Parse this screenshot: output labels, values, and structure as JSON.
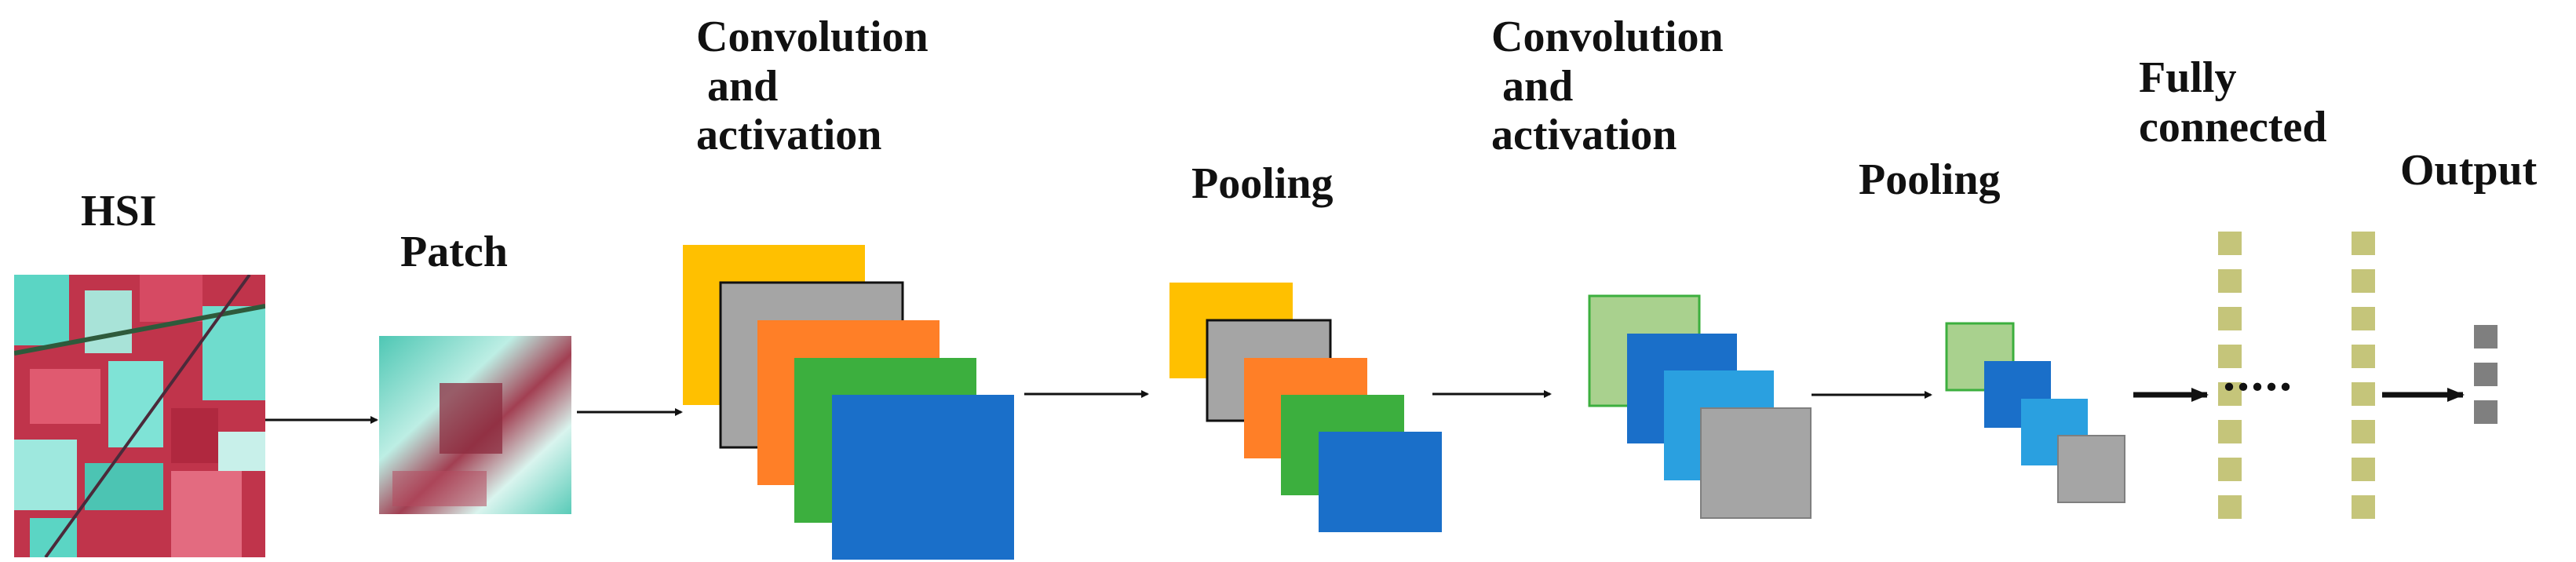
{
  "labels": {
    "hsi": "HSI",
    "patch": "Patch",
    "conv1": "Convolution\n and\nactivation",
    "pool1": "Pooling",
    "conv2": "Convolution\n and\nactivation",
    "pool2": "Pooling",
    "fc": "Fully\nconnected",
    "output": "Output",
    "dots": "....."
  },
  "colors": {
    "yellow": "#ffc000",
    "gray": "#a5a5a5",
    "orange": "#ff7f27",
    "green": "#3caf3e",
    "blue": "#1a6fc9",
    "light_green": "#a9d18e",
    "sky_blue": "#2aa0e0",
    "fc_node": "#c5c57a",
    "output_node": "#7f7f7f",
    "arrow": "#111111"
  }
}
